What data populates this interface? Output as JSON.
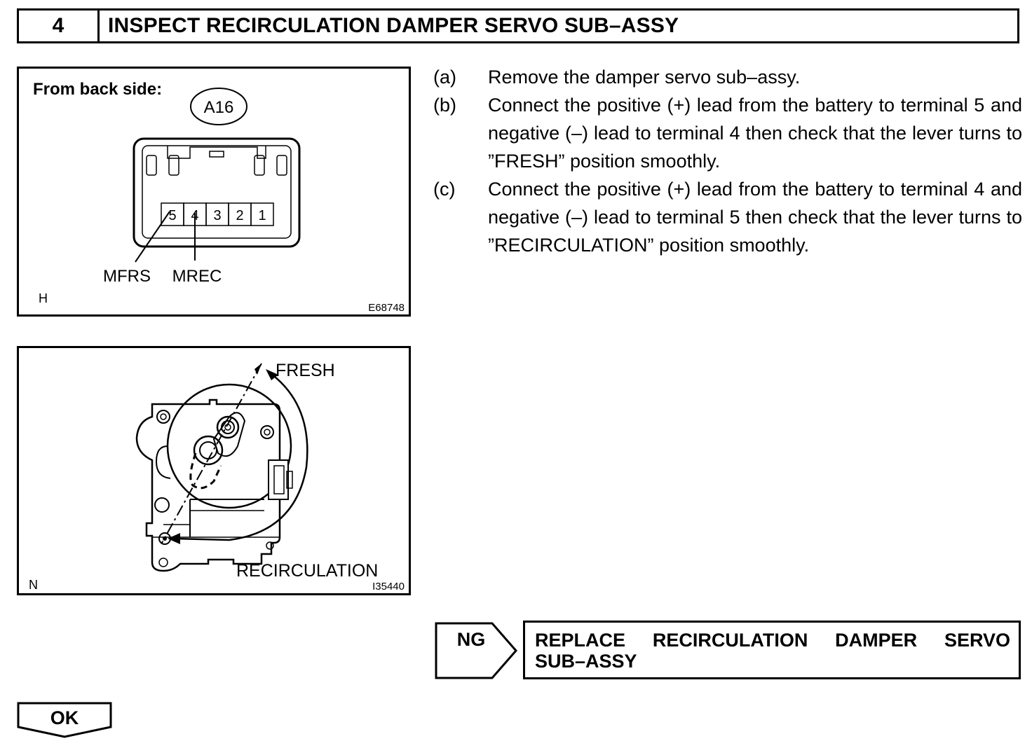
{
  "header": {
    "step_number": "4",
    "title": "INSPECT RECIRCULATION DAMPER SERVO SUB–ASSY"
  },
  "figure1": {
    "caption": "From back side:",
    "connector_id": "A16",
    "terminals": [
      "5",
      "4",
      "3",
      "2",
      "1"
    ],
    "label_mfrs": "MFRS",
    "label_mrec": "MREC",
    "corner_letter": "H",
    "figure_code": "E68748"
  },
  "figure2": {
    "label_fresh": "FRESH",
    "label_recirculation": "RECIRCULATION",
    "corner_letter": "N",
    "figure_code": "I35440"
  },
  "steps": [
    {
      "letter": "(a)",
      "text": "Remove the damper servo sub–assy."
    },
    {
      "letter": "(b)",
      "text": "Connect the positive (+) lead from the battery to terminal 5 and negative (–) lead to terminal 4 then check that the lever turns to ”FRESH” position smoothly."
    },
    {
      "letter": "(c)",
      "text": "Connect the positive (+) lead from the battery to terminal 4 and negative (–) lead to terminal 5 then check that the lever turns to ”RECIRCULATION” position smoothly."
    }
  ],
  "result_ng": {
    "label": "NG",
    "action_line1": "REPLACE RECIRCULATION DAMPER SERVO",
    "action_line2": "SUB–ASSY"
  },
  "result_ok": {
    "label": "OK"
  }
}
